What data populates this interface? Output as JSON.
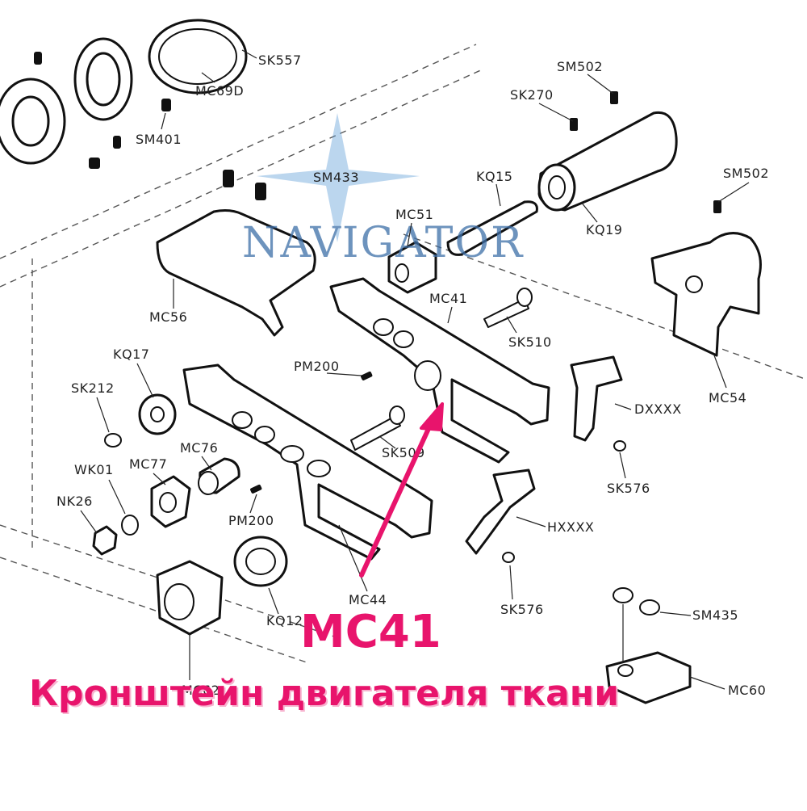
{
  "watermark": {
    "text": "NAVIGATOR"
  },
  "parts": [
    {
      "id": "sk557",
      "label": "SK557"
    },
    {
      "id": "mc69d",
      "label": "MC69D"
    },
    {
      "id": "sm401",
      "label": "SM401"
    },
    {
      "id": "sm433",
      "label": "SM433"
    },
    {
      "id": "sm502a",
      "label": "SM502"
    },
    {
      "id": "sk270",
      "label": "SK270"
    },
    {
      "id": "kq15",
      "label": "KQ15"
    },
    {
      "id": "kq19",
      "label": "KQ19"
    },
    {
      "id": "sm502b",
      "label": "SM502"
    },
    {
      "id": "mc51",
      "label": "MC51"
    },
    {
      "id": "mc56",
      "label": "MC56"
    },
    {
      "id": "mc41",
      "label": "MC41"
    },
    {
      "id": "sk510",
      "label": "SK510"
    },
    {
      "id": "mc54",
      "label": "MC54"
    },
    {
      "id": "kq17",
      "label": "KQ17"
    },
    {
      "id": "pm200a",
      "label": "PM200"
    },
    {
      "id": "dxxxx",
      "label": "DXXXX"
    },
    {
      "id": "sk212",
      "label": "SK212"
    },
    {
      "id": "sk509",
      "label": "SK509"
    },
    {
      "id": "mc76",
      "label": "MC76"
    },
    {
      "id": "wk01",
      "label": "WK01"
    },
    {
      "id": "mc77",
      "label": "MC77"
    },
    {
      "id": "sk576a",
      "label": "SK576"
    },
    {
      "id": "nk26",
      "label": "NK26"
    },
    {
      "id": "pm200b",
      "label": "PM200"
    },
    {
      "id": "hxxxx",
      "label": "HXXXX"
    },
    {
      "id": "mc44",
      "label": "MC44"
    },
    {
      "id": "sk576b",
      "label": "SK576"
    },
    {
      "id": "sm435",
      "label": "SM435"
    },
    {
      "id": "kq12",
      "label": "KQ12"
    },
    {
      "id": "mc60",
      "label": "MC60"
    },
    {
      "id": "mc62",
      "label": "MC62"
    }
  ],
  "highlight": {
    "code": "MC41",
    "caption": "Кронштейн двигателя ткани",
    "color": "#e8146c"
  }
}
